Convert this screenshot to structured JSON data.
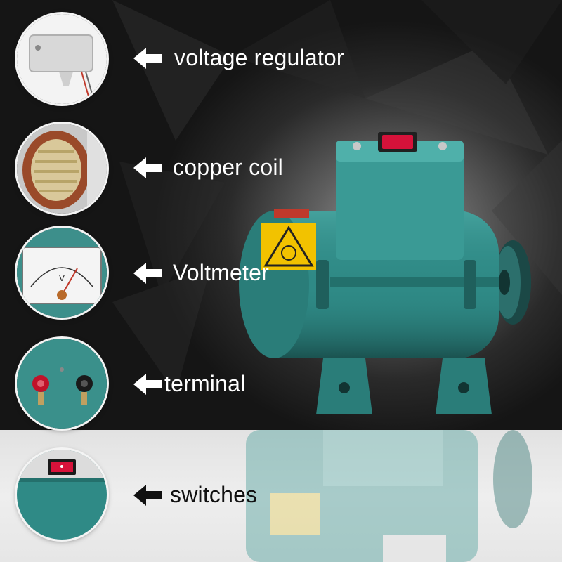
{
  "features": [
    {
      "id": "voltage-regulator",
      "label": "voltage regulator",
      "icon": "voltage-regulator-photo"
    },
    {
      "id": "copper-coil",
      "label": "copper coil",
      "icon": "copper-coil-photo"
    },
    {
      "id": "voltmeter",
      "label": "Voltmeter",
      "icon": "voltmeter-photo"
    },
    {
      "id": "terminal",
      "label": "terminal",
      "icon": "terminal-photo"
    },
    {
      "id": "switches",
      "label": "switches",
      "icon": "switch-photo"
    }
  ],
  "voltmeter_face_letter": "V",
  "colors": {
    "motor_body": "#2f8a86",
    "motor_dark": "#1f5f5c",
    "label_light": "#ffffff",
    "label_dark": "#111111",
    "warning_yellow": "#f2c200",
    "switch_red": "#d6123a"
  }
}
